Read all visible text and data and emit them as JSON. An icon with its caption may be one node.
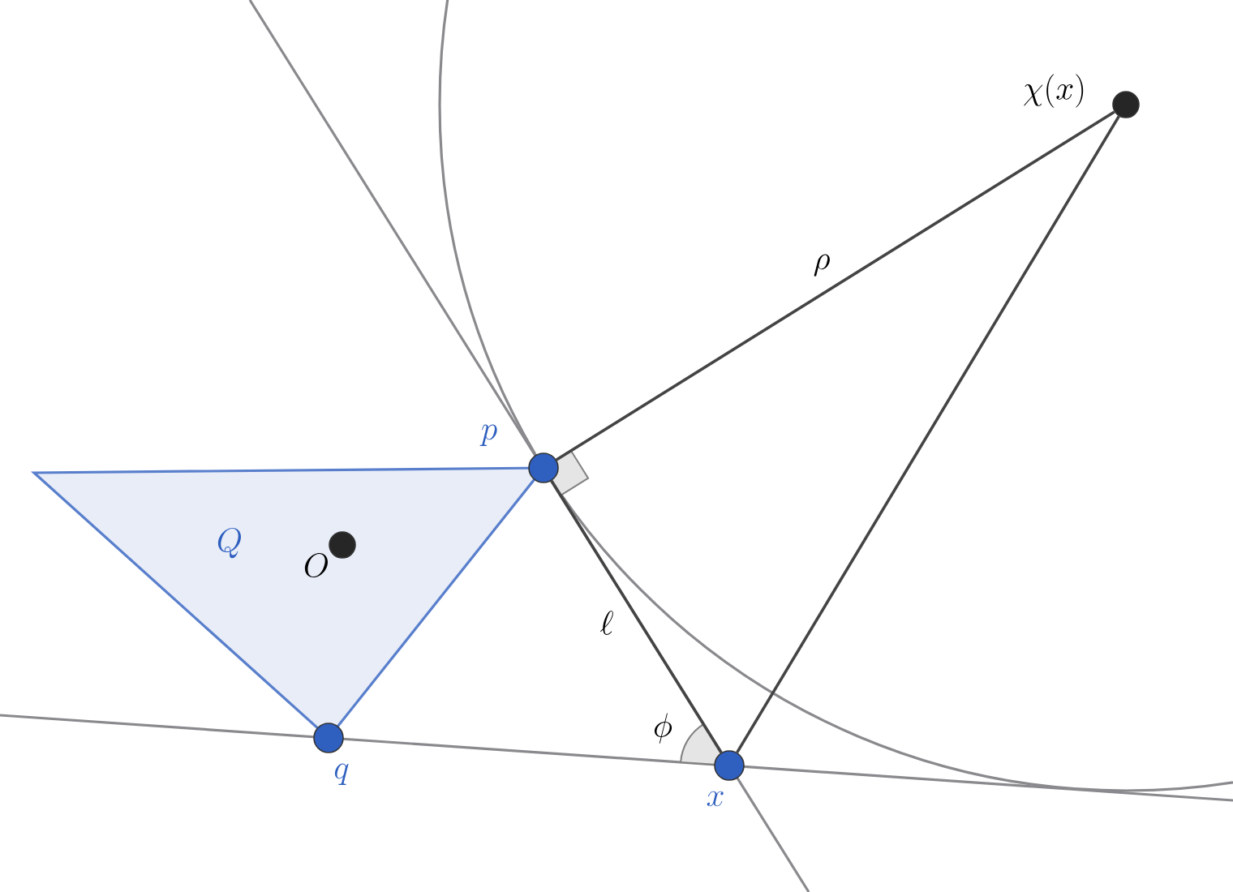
{
  "diagram": {
    "nodes": [
      {
        "text": [
          "Q"
        ]
      },
      {
        "text": [
          "p"
        ]
      },
      {
        "text": [
          "q"
        ]
      },
      {
        "text": [
          "x"
        ]
      },
      {
        "text": [
          "\\chi(x)"
        ]
      },
      {
        "text": [
          "O"
        ],
        "in": 0
      }
    ],
    "edges": [
      {
        "from": 1,
        "to": 4,
        "arrow": "none",
        "label": "\\rho"
      },
      {
        "from": 4,
        "to": 3,
        "arrow": "none"
      },
      {
        "from": 1,
        "to": 3,
        "arrow": "none",
        "label": "\\ell"
      }
    ],
    "labels": [
      "\\phi"
    ]
  }
}
